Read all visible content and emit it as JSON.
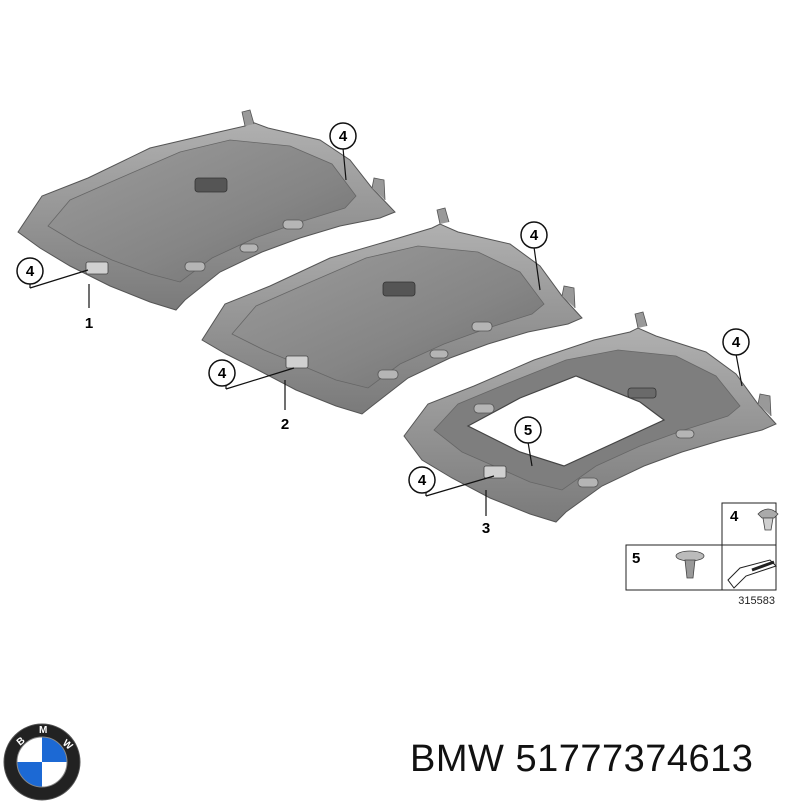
{
  "parts": [
    {
      "label": "1"
    },
    {
      "label": "2"
    },
    {
      "label": "3"
    }
  ],
  "callouts": {
    "clip": "4",
    "fastener": "5"
  },
  "legend": {
    "item_4": "4",
    "item_5": "5",
    "reference_number": "315583"
  },
  "footer": {
    "brand": "BMW",
    "part_number": "51777374613",
    "logo_letters": "BMW"
  },
  "colors": {
    "panel_fill": "#8a8a8a",
    "panel_dark": "#6c6c6c",
    "panel_light": "#a9a9a9",
    "line": "#111111",
    "logo_blue": "#1c69d4"
  }
}
